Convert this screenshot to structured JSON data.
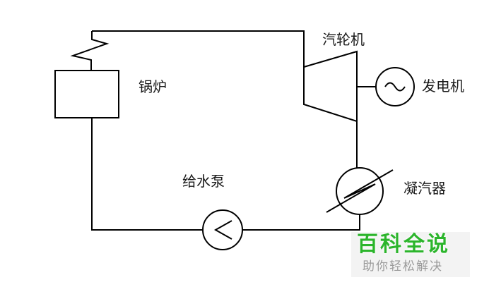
{
  "diagram": {
    "labels": {
      "boiler": "锅炉",
      "turbine": "汽轮机",
      "generator": "发电机",
      "condenser": "凝汽器",
      "pump": "给水泵"
    },
    "colors": {
      "line": "#000000",
      "watermark_green": "#2cb52c",
      "watermark_gray": "#9b9b9b",
      "background": "#ffffff"
    }
  },
  "watermark": {
    "title": "百科全说",
    "subtitle": "助你轻松解决"
  }
}
